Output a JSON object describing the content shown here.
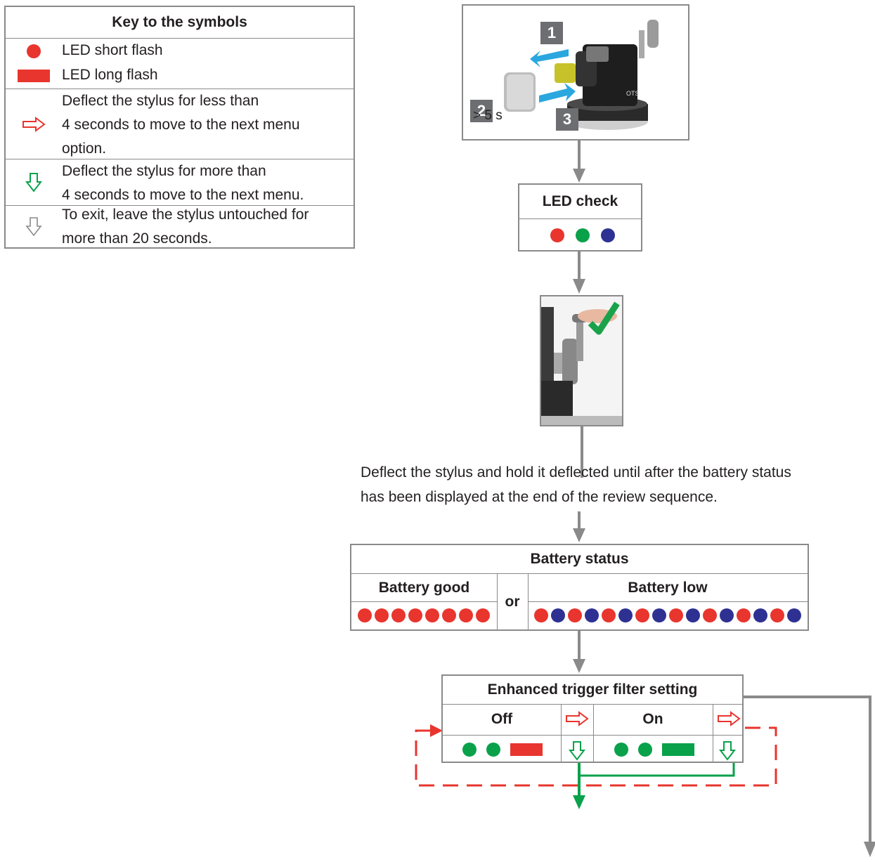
{
  "key": {
    "title": "Key to the symbols",
    "rows": [
      {
        "symbol": "led-short-flash",
        "text": "LED short flash"
      },
      {
        "symbol": "led-long-flash",
        "text": "LED long flash"
      },
      {
        "symbol": "red-right-arrow",
        "lines": [
          "Deflect the stylus for less than",
          "4 seconds to move to the next menu",
          "option."
        ]
      },
      {
        "symbol": "green-down-arrow",
        "lines": [
          "Deflect the stylus for more than",
          "4 seconds to move to the next menu."
        ]
      },
      {
        "symbol": "grey-down-arrow",
        "lines": [
          "To exit, leave the stylus untouched for",
          "more than 20 seconds."
        ]
      }
    ]
  },
  "install": {
    "step1": "1",
    "step2": "2",
    "step3": "3",
    "duration": "> 5 s",
    "device_label": "OTS"
  },
  "led_check": {
    "title": "LED check",
    "colors": [
      "#e8352e",
      "#0aa14b",
      "#2e3192"
    ]
  },
  "instruction": {
    "line1": "Deflect the stylus and hold it deflected until after the battery status",
    "line2": "has been displayed at the end of the review sequence."
  },
  "battery": {
    "title": "Battery status",
    "good_label": "Battery good",
    "or_label": "or",
    "low_label": "Battery low",
    "good_sequence": [
      "red",
      "red",
      "red",
      "red",
      "red",
      "red",
      "red",
      "red"
    ],
    "low_sequence": [
      "red",
      "blue",
      "red",
      "blue",
      "red",
      "blue",
      "red",
      "blue",
      "red",
      "blue",
      "red",
      "blue",
      "red",
      "blue",
      "red",
      "blue"
    ]
  },
  "filter": {
    "title": "Enhanced trigger filter setting",
    "off_label": "Off",
    "on_label": "On"
  },
  "colors": {
    "red": "#e8352e",
    "green": "#0aa14b",
    "blue": "#2e3192",
    "grey": "#8a8a8a"
  }
}
